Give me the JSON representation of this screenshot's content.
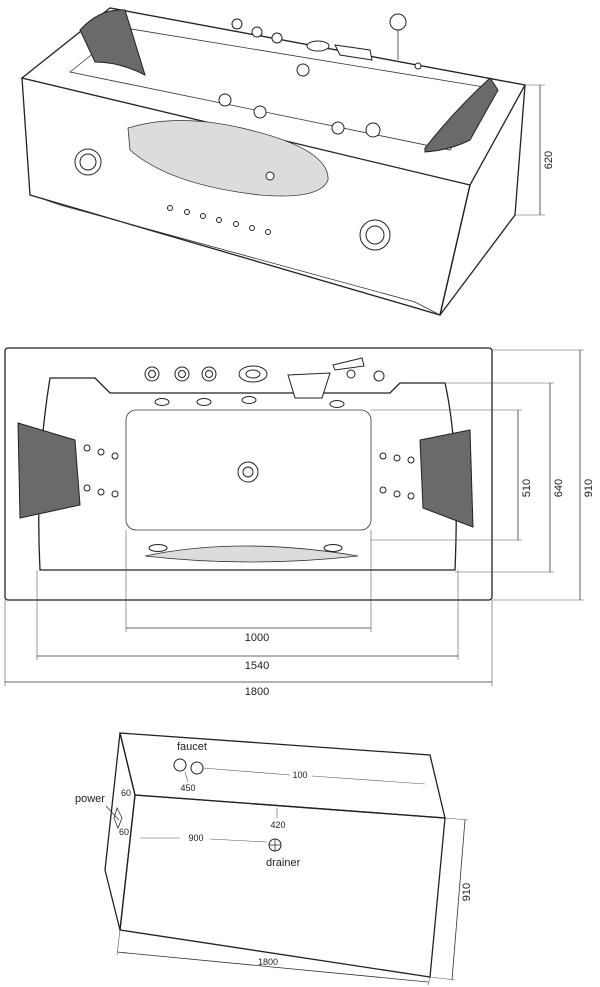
{
  "isometric_view": {
    "height_dim": "620"
  },
  "top_view": {
    "dims": {
      "inner_length": "1000",
      "mid_length": "1540",
      "outer_length": "1800",
      "inner_width": "510",
      "mid_width": "640",
      "outer_width": "910"
    }
  },
  "install_view": {
    "labels": {
      "faucet": "faucet",
      "power": "power",
      "drainer": "drainer"
    },
    "dims": {
      "faucet_offset": "100",
      "faucet_depth": "450",
      "power_top": "60",
      "power_bottom": "60",
      "drain_offset": "900",
      "drain_depth": "420",
      "width": "910",
      "length": "1800"
    }
  }
}
